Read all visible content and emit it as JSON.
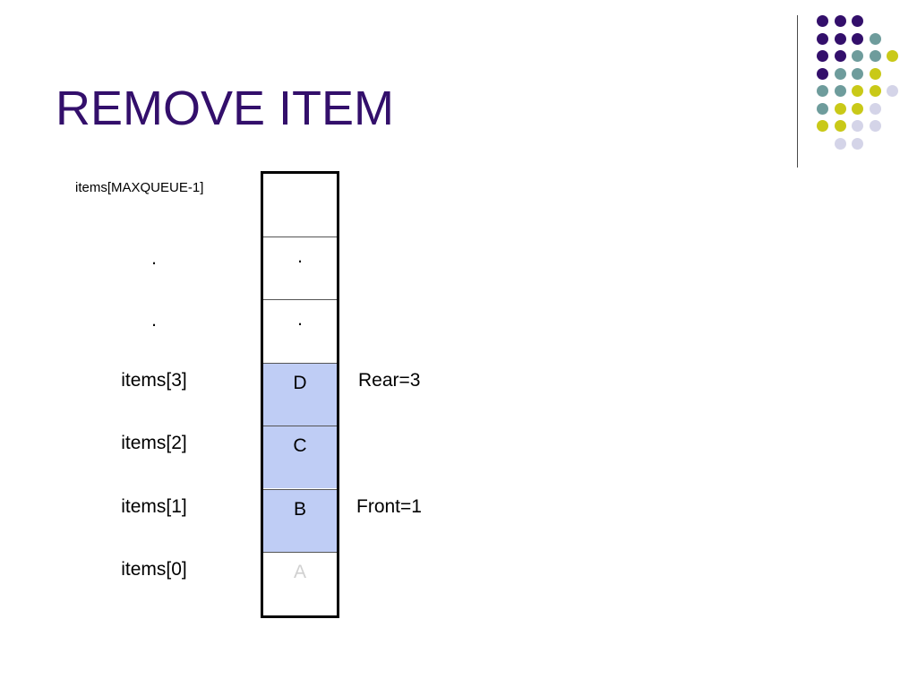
{
  "slide": {
    "title": "REMOVE ITEM"
  },
  "decoration": {
    "colors": {
      "purple": "#330f6b",
      "teal": "#6e9c9c",
      "yellow": "#c9c918",
      "lavender": "#d4d4e8"
    },
    "dot_rows": [
      [
        "purple",
        "purple",
        "purple"
      ],
      [
        "purple",
        "purple",
        "purple",
        "teal"
      ],
      [
        "purple",
        "purple",
        "teal",
        "teal",
        "yellow"
      ],
      [
        "purple",
        "teal",
        "teal",
        "yellow"
      ],
      [
        "teal",
        "teal",
        "yellow",
        "yellow",
        "lavender"
      ],
      [
        "teal",
        "yellow",
        "yellow",
        "lavender"
      ],
      [
        "yellow",
        "yellow",
        "lavender",
        "lavender"
      ],
      [
        "lavender",
        "lavender"
      ]
    ]
  },
  "queue": {
    "index_labels": [
      "items[MAXQUEUE-1]",
      ".",
      ".",
      "items[3]",
      "items[2]",
      "items[1]",
      "items[0]"
    ],
    "cells": [
      {
        "value": "",
        "state": "empty"
      },
      {
        "value": ".",
        "state": "empty"
      },
      {
        "value": ".",
        "state": "empty"
      },
      {
        "value": "D",
        "state": "filled"
      },
      {
        "value": "C",
        "state": "filled"
      },
      {
        "value": "B",
        "state": "filled"
      },
      {
        "value": "A",
        "state": "removed"
      }
    ],
    "rear_label": "Rear=3",
    "front_label": "Front=1",
    "fill_color": "#bfcdf5",
    "removed_text_color": "#d0d0d0"
  }
}
